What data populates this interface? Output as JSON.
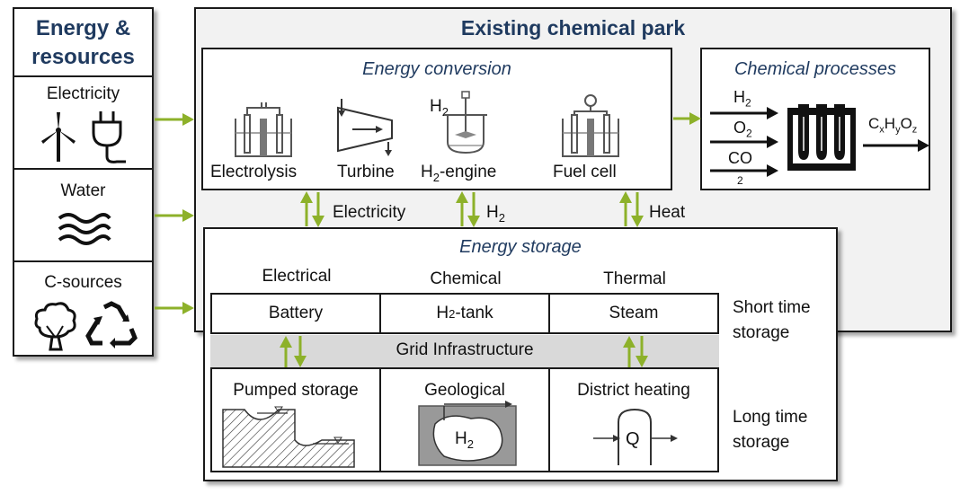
{
  "left_panel": {
    "title_line1": "Energy &",
    "title_line2": "resources",
    "items": [
      {
        "label": "Electricity"
      },
      {
        "label": "Water"
      },
      {
        "label": "C-sources"
      }
    ]
  },
  "park": {
    "title": "Existing chemical park",
    "conversion": {
      "title": "Energy conversion",
      "items": [
        {
          "label": "Electrolysis"
        },
        {
          "label": "Turbine"
        },
        {
          "label_prefix": "H",
          "label_sub": "2",
          "label_suffix": "-engine"
        },
        {
          "label": "Fuel cell"
        }
      ],
      "engine_icon_h": "H",
      "engine_icon_sub": "2"
    },
    "processes": {
      "title": "Chemical processes",
      "inputs": [
        {
          "main": "H",
          "sub": "2"
        },
        {
          "main": "O",
          "sub": "2"
        },
        {
          "main": "CO",
          "sub": "2"
        }
      ],
      "output": {
        "c": "C",
        "x": "x",
        "h": "H",
        "y": "y",
        "o": "O",
        "z": "z"
      }
    },
    "links": {
      "electricity": "Electricity",
      "h2_main": "H",
      "h2_sub": "2",
      "heat": "Heat"
    }
  },
  "storage": {
    "title": "Energy storage",
    "columns": [
      "Electrical",
      "Chemical",
      "Thermal"
    ],
    "short": [
      {
        "label": "Battery"
      },
      {
        "prefix": "H",
        "sub": "2",
        "suffix": "-tank"
      },
      {
        "label": "Steam"
      }
    ],
    "grid": "Grid Infrastructure",
    "long": [
      {
        "label": "Pumped storage"
      },
      {
        "label": "Geological"
      },
      {
        "label": "District heating"
      }
    ],
    "geo_h": "H",
    "geo_sub": "2",
    "heat_q": "Q",
    "short_label_1": "Short time",
    "short_label_2": "storage",
    "long_label_1": "Long time",
    "long_label_2": "storage"
  },
  "colors": {
    "arrow_green": "#8db12a",
    "title_blue": "#1f3a5f",
    "panel_bg": "#f2f2f2",
    "grid_bg": "#d9d9d9"
  }
}
